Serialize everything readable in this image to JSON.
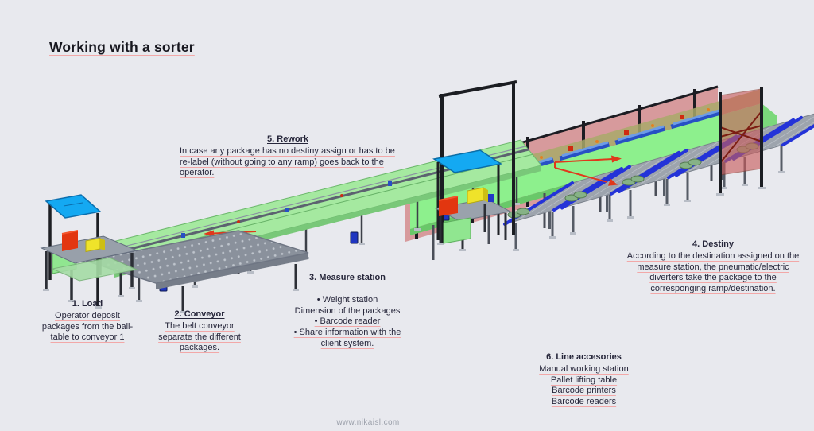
{
  "page": {
    "title": "Working with a sorter",
    "footer": "www.nikaisl.com"
  },
  "annotations": [
    {
      "id": "load",
      "title": "1. Load",
      "title_underline": false,
      "lines": [
        "Operator deposit",
        "packages from the ball-",
        "table to conveyor 1"
      ]
    },
    {
      "id": "conveyor",
      "title": "2. Conveyor",
      "title_underline": true,
      "lines": [
        "The belt conveyor",
        "separate the different",
        "packages."
      ]
    },
    {
      "id": "measure-station",
      "title": "3. Measure station",
      "title_underline": true,
      "lines": [
        "•    Weight station",
        "Dimension of the packages",
        "•    Barcode reader",
        "•    Share information with the",
        "client system."
      ]
    },
    {
      "id": "destiny",
      "title": "4. Destiny",
      "title_underline": false,
      "lines": [
        "According to the destination assigned on the",
        "measure station, the pneumatic/electric",
        "diverters take the package to the",
        "corresponging ramp/destination."
      ]
    },
    {
      "id": "rework",
      "title": "5. Rework",
      "title_underline": true,
      "lines": [
        "In case any package has no destiny assign or has to be",
        "re-label (without going to any ramp) goes back to the",
        "operator."
      ]
    },
    {
      "id": "line-accessories",
      "title": "6. Line accesories",
      "title_underline": false,
      "lines": [
        "Manual working station",
        "Pallet lifting table",
        "Barcode printers",
        "Barcode readers"
      ]
    }
  ],
  "illustration": {
    "parts": [
      "load-workstation",
      "ball-table",
      "belt-conveyor",
      "measure-workstation",
      "rework-conveyor",
      "safety-fence",
      "sorter-deck",
      "pneumatic-diverters",
      "sorting-ramps",
      "end-gate"
    ],
    "colors": {
      "background": "#e8e9ee",
      "belt_green": "#a5e9a0",
      "deck_green": "#8df08d",
      "fence_red": "#c95a5a",
      "canopy_blue": "#14a9f2",
      "diverter_blue": "#2750c4",
      "ramp_rail_blue": "#2433d8",
      "arrow_red": "#e0391c",
      "panel_red": "#e23610",
      "box_yellow": "#efe32a",
      "frame_dark": "#1d1f24",
      "steel_gray": "#9aa2ac"
    }
  }
}
